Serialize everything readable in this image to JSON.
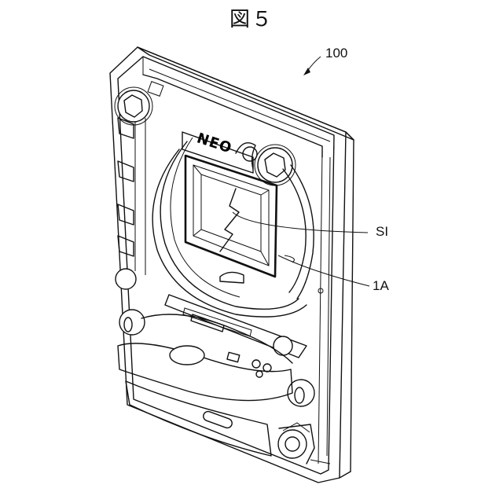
{
  "figure": {
    "title": "図５",
    "refs": {
      "machine": "100",
      "screen_image": "SI",
      "display_area": "1A"
    },
    "logo_text": "NEO"
  }
}
